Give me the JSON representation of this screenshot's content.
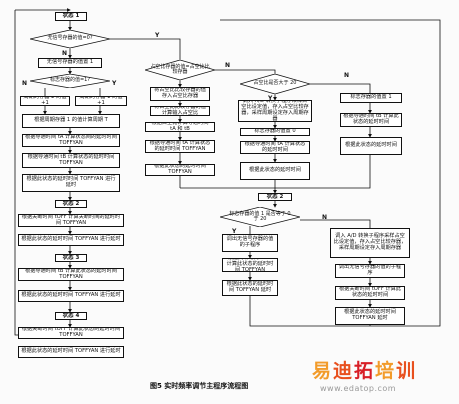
{
  "caption": "图5  实时频率调节主程序流程图",
  "watermark": {
    "logo": "易迪拓培训",
    "url": "www.edatop.com",
    "logo_colors": [
      "#f29b2a",
      "#e8501e",
      "#d81e26"
    ]
  },
  "edge_labels": {
    "y": "Y",
    "n": "N"
  },
  "nodes": {
    "state1": "状态 1",
    "d_guard_nonzero": "无信号存器的值=0?",
    "guard_set1": "无信号存器的值置 1",
    "d_flag_is1": "标志存器的值=1?",
    "period_reg_plus2": "周期的存器 2 的值+1",
    "period_reg_plus1": "周期的存器 1 的值+1",
    "calc_period": "根据周期存器 1 的值计算周期 T",
    "calc_time_A": "根据导通时间 tA 计算状态间的延时时间 TOFFYAN",
    "calc_time_B": "根据导通时间 tB 计算状态的延时时间 TOFFYAN",
    "delay_run1": "根据此状态的延时时间 TOFFYAN 进行延时",
    "state2": "状态 2",
    "calc_time_off2": "根据关断时间 tOFF 计算关断时间的延时时间 TOFFYAN",
    "delay_run2": "根据此状态的延时时间 TOFFYAN 进行延时",
    "state3": "状态 3",
    "calc_time_tb3": "根据导通时间 tB 计算此状态的延时时间 TOFFYAN",
    "delay_run3": "根据此状态的延时时间 TOFFYAN 进行延时",
    "state4": "状态 4",
    "calc_time_off4": "根据关断时间 tOFF 计算此状态的延时时间 TOFFYAN",
    "delay_run4": "根据此状态的延时时间 TOFFYAN 进行延时",
    "d_compare_eq": "占空比存器的值=占空比比较存器",
    "move_duty_reg": "将占空比比较存器的值存入占空比存器",
    "clear_compare": "将占空比比较存器的值计算输入占空比",
    "calc_by_duty": "根据占空比计算导通时间 tA 和 tB",
    "calc_time_A_mid": "根据导通时间 tA 计算状态的延时时间 TOFFYAN",
    "delay_mid": "根据此状态的延时时间 TOFFYAN",
    "d_duty_lt20": "占空比是否大于 20",
    "store_ad": "调入 A/D 转换子程序采样占空比设定值，存入占空比较存器，采样周期设定存入周期存器",
    "flag_reg_set0": "标志存器的值置 0",
    "calc_ta_r": "根据导通时间 tA 计算状态的延时时间",
    "delay_r": "根据此状态的延时时间",
    "flag_reg_set1": "标志存器的值置 1",
    "calc_tb_r": "根据导通时间 tB 计算此状态的延时时间",
    "delay_r2": "根据此状态的延时时间",
    "state2b": "状态 2",
    "d_flag_val": "标志存器的值 1 是否等于 0 于 20",
    "calc_guard": "调出无信号存器的值的子程序",
    "calc_off_b": "根据关断时间 tOFF 计算此状态的延时时间 TOFFYAN",
    "delay_off_b": "根据此状态的延时时间 TOFFYAN 延时",
    "store_ad2": "调入 A/D 转换子程序采样占空比设定值，存入占空比较存器，采样周期设定存入周期存器",
    "calc_guard2": "调出无信号存器的值的子程序",
    "calc_off_c": "根据关断时间 tOFF 计算此状态的延时时间",
    "delay_off_c": "根据此状态的延时时间 TOFFYAN 延时"
  }
}
